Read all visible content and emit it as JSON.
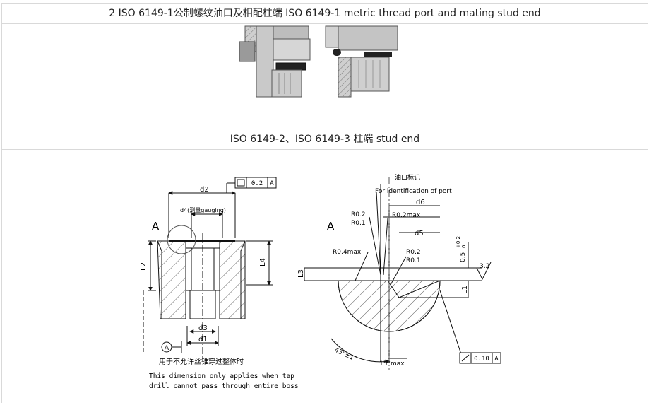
{
  "section1": {
    "title": "2  ISO 6149-1公制螺纹油口及相配柱端 ISO 6149-1 metric thread port and mating stud end"
  },
  "section2": {
    "title": "ISO 6149-2、ISO 6149-3 柱端 stud end"
  },
  "left_drawing": {
    "datum_letter": "A",
    "frame_tol": "0.2",
    "frame_datum": "A",
    "dim_d2": "d2",
    "dim_d4": "d4(测量gauging)",
    "dim_L2": "L2",
    "dim_L4": "L4",
    "dim_d3": "d3",
    "dim_d1": "d1",
    "datum_circle": "A",
    "note_cn": "用于不允许丝锥穿过整体时",
    "note_en_1": "This dimension only applies when tap",
    "note_en_2": "drill cannot pass through entire boss"
  },
  "right_drawing": {
    "datum_letter": "A",
    "ident_cn": "油口标记",
    "ident_en": "For identification of port",
    "dim_d6": "d6",
    "r02_a": "R0.2",
    "r01_a": "R0.1",
    "r02max": "R0.2max",
    "dim_d5": "d5",
    "r04max": "R0.4max",
    "r02_b": "R0.2",
    "r01_b": "R0.1",
    "tol_05": "0.5",
    "tol_sup": "+0.2",
    "tol_sub": "0",
    "dim_L3": "L3",
    "dim_L1": "L1",
    "roughness": "3.2",
    "angle_45": "45°±1°",
    "angle_15": "15°max",
    "frame_tol": "0.10",
    "frame_datum": "A"
  }
}
